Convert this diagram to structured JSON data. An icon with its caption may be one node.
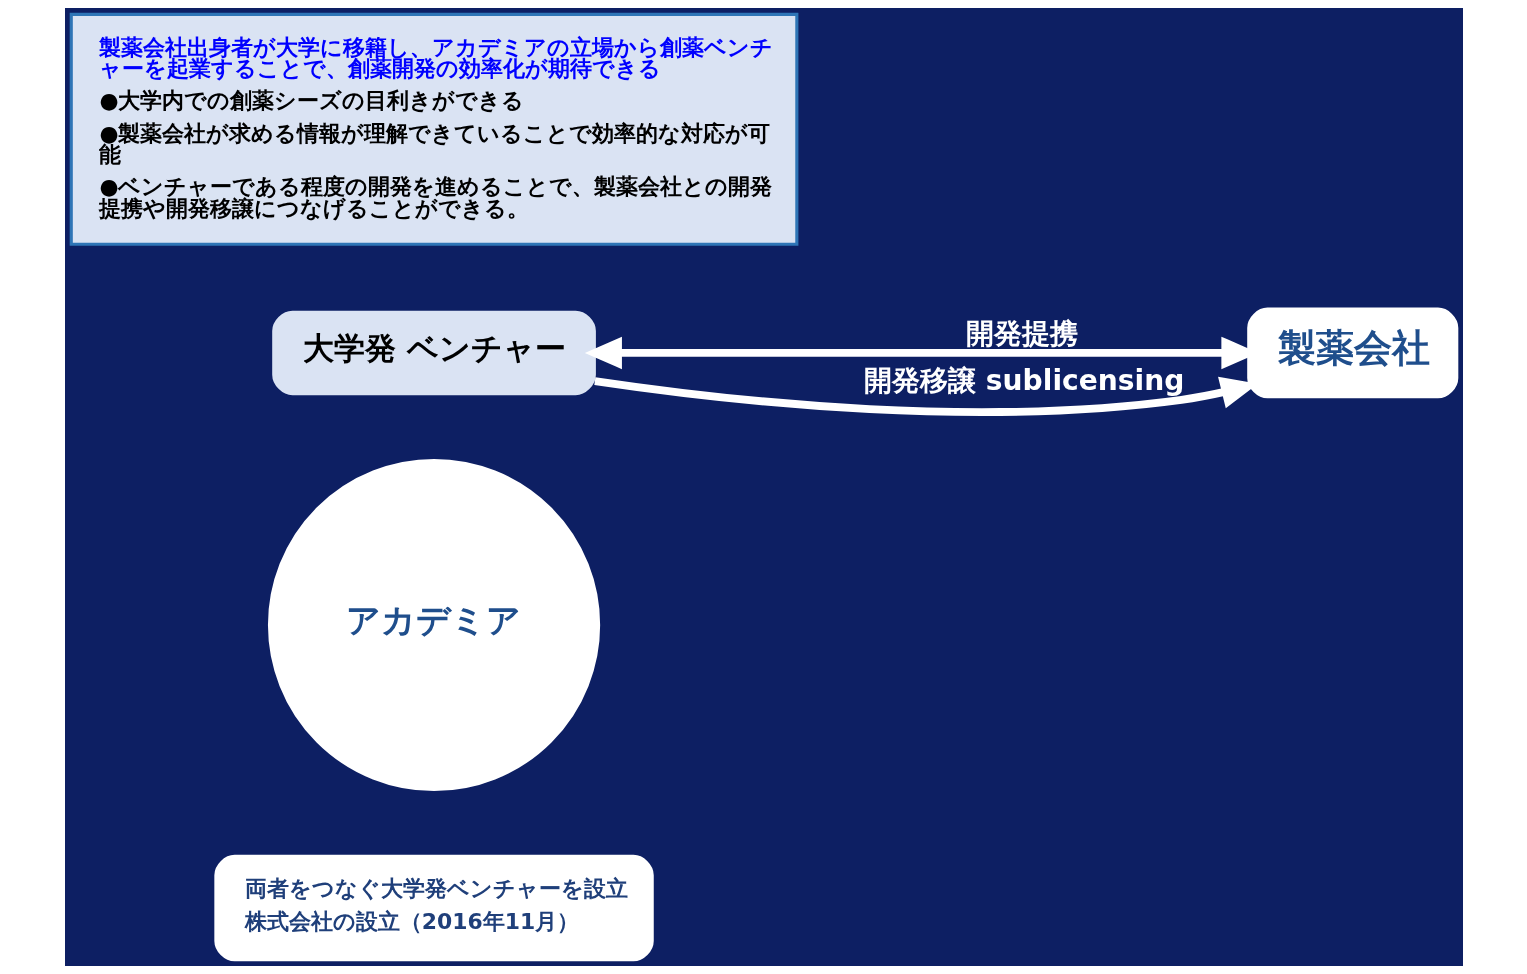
{
  "diagram": {
    "nodes": [
      {
        "text": [
          "両者をつなぐ大学発ベンチャーを設立",
          "株式会社の設立（2016年11月）"
        ]
      },
      {
        "text": [
          "アカデミア"
        ]
      },
      {
        "text": [
          "大学発 ベンチャー"
        ]
      },
      {
        "text": [
          "製薬会社"
        ]
      },
      {
        "text": [
          "製薬会社出身者が大学に移籍し、アカデミアの立場から創薬ベンチャーを起業することで、創薬開発の効率化が期待できる",
          "●大学内での創薬シーズの目利きができる",
          "●製薬会社が求める情報が理解できていることで効率的な対応が可能",
          "●ベンチャーである程度の開発を進めることで、製薬会社との開発提携や開発移譲につなげることができる。"
        ]
      }
    ],
    "edges": [
      {
        "from": 2,
        "to": 3,
        "arrow": "both",
        "label": "開発提携"
      },
      {
        "from": 2,
        "to": 3,
        "arrow": "to",
        "label": "開発移譲 sublicensing"
      }
    ]
  }
}
